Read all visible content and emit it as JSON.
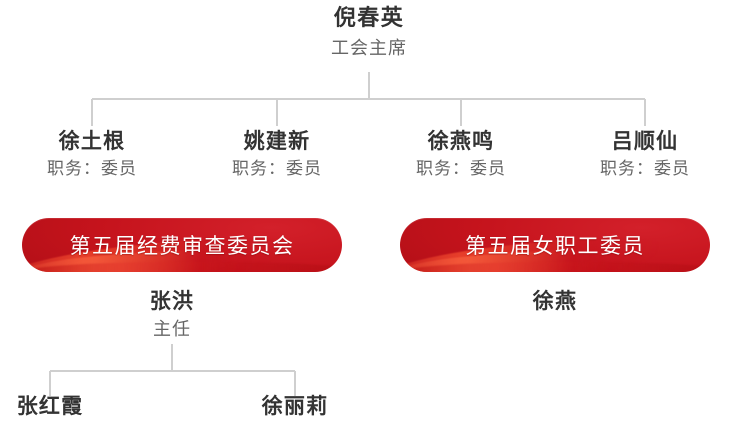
{
  "colors": {
    "banner_red": "#C5131C",
    "banner_red_dark": "#A80D14",
    "banner_ribbon": "#EE462D",
    "name_text": "#333333",
    "title_text": "#666666",
    "connector_line": "#CFCFCF",
    "background": "#FFFFFF"
  },
  "chart": {
    "type": "org-chart",
    "root": {
      "name": "倪春英",
      "title": "工会主席"
    },
    "members": [
      {
        "name": "徐土根",
        "title": "职务：委员"
      },
      {
        "name": "姚建新",
        "title": "职务：委员"
      },
      {
        "name": "徐燕鸣",
        "title": "职务：委员"
      },
      {
        "name": "吕顺仙",
        "title": "职务：委员"
      }
    ],
    "committees": [
      {
        "banner": "第五届经费审查委员会",
        "lead": {
          "name": "张洪",
          "title": "主任"
        },
        "members": [
          {
            "name": "张红霞"
          },
          {
            "name": "徐丽莉"
          }
        ]
      },
      {
        "banner": "第五届女职工委员",
        "lead": {
          "name": "徐燕",
          "title": ""
        },
        "members": []
      }
    ]
  }
}
